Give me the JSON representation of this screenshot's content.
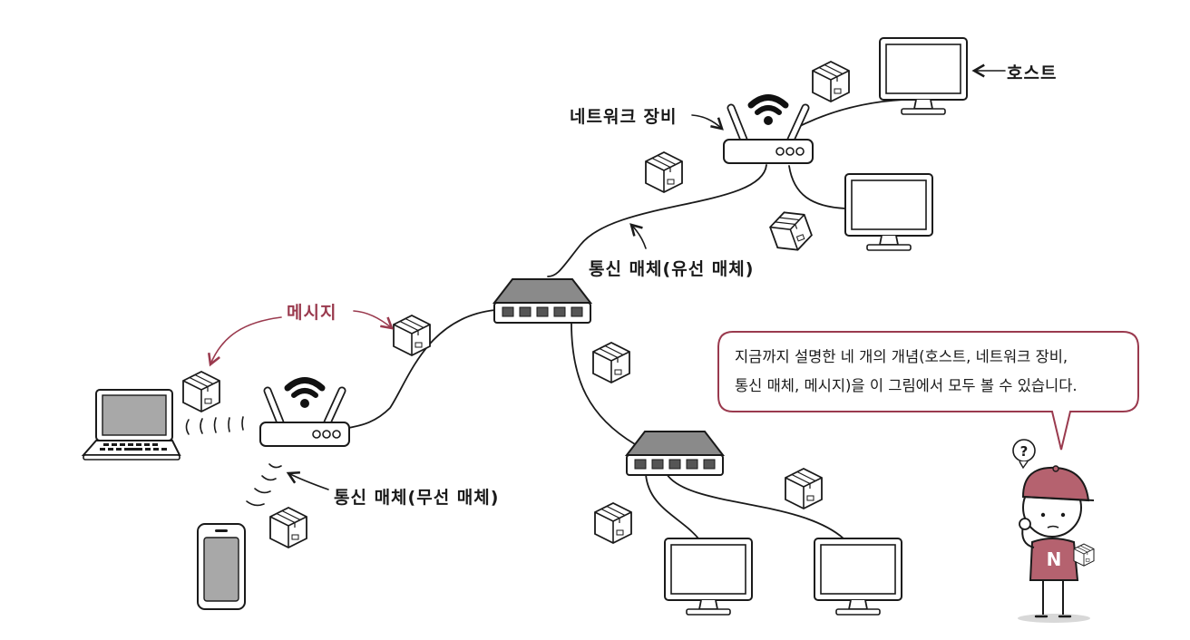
{
  "labels": {
    "host": "호스트",
    "network_device": "네트워크 장비",
    "wired_medium": "통신 매체(유선 매체)",
    "message": "메시지",
    "wireless_medium": "통신 매체(무선 매체)"
  },
  "bubble": {
    "line1": "지금까지 설명한 네 개의 개념(호스트, 네트워크 장비,",
    "line2": "통신 매체, 메시지)을 이 그림에서 모두 볼 수 있습니다."
  },
  "character": {
    "question_mark": "?",
    "shirt_letter": "N"
  },
  "colors": {
    "ink": "#1a1a1a",
    "accent": "#9a3a4e",
    "cap": "#b5626f",
    "screen": "#a8a8a8",
    "device": "#8a8a8a"
  }
}
